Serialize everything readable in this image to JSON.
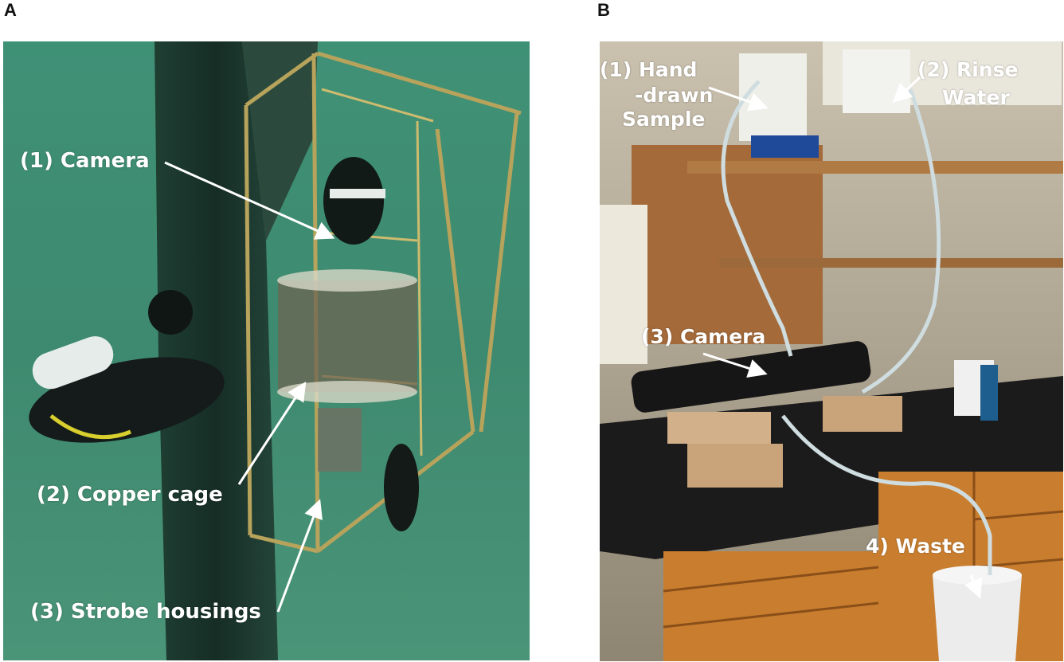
{
  "panels": [
    {
      "letter": "A",
      "labels": [
        "(1) Camera",
        "(2) Copper cage",
        "(3) Strobe housings"
      ]
    },
    {
      "letter": "B",
      "labels": {
        "sample_line1": "(1)  Hand",
        "sample_line2": "-drawn",
        "sample_line3": "Sample",
        "rinse_line1": "(2)  Rinse",
        "rinse_line2": "Water",
        "camera": "(3)  Camera",
        "waste": "4)    Waste"
      }
    }
  ],
  "colors": {
    "label_text": "#ffffff",
    "underwater_water": "#3f8d72",
    "lab_wall": "#a79b86",
    "cabinet_wood": "#c97e2f",
    "bench_top": "#1b1b1b"
  }
}
